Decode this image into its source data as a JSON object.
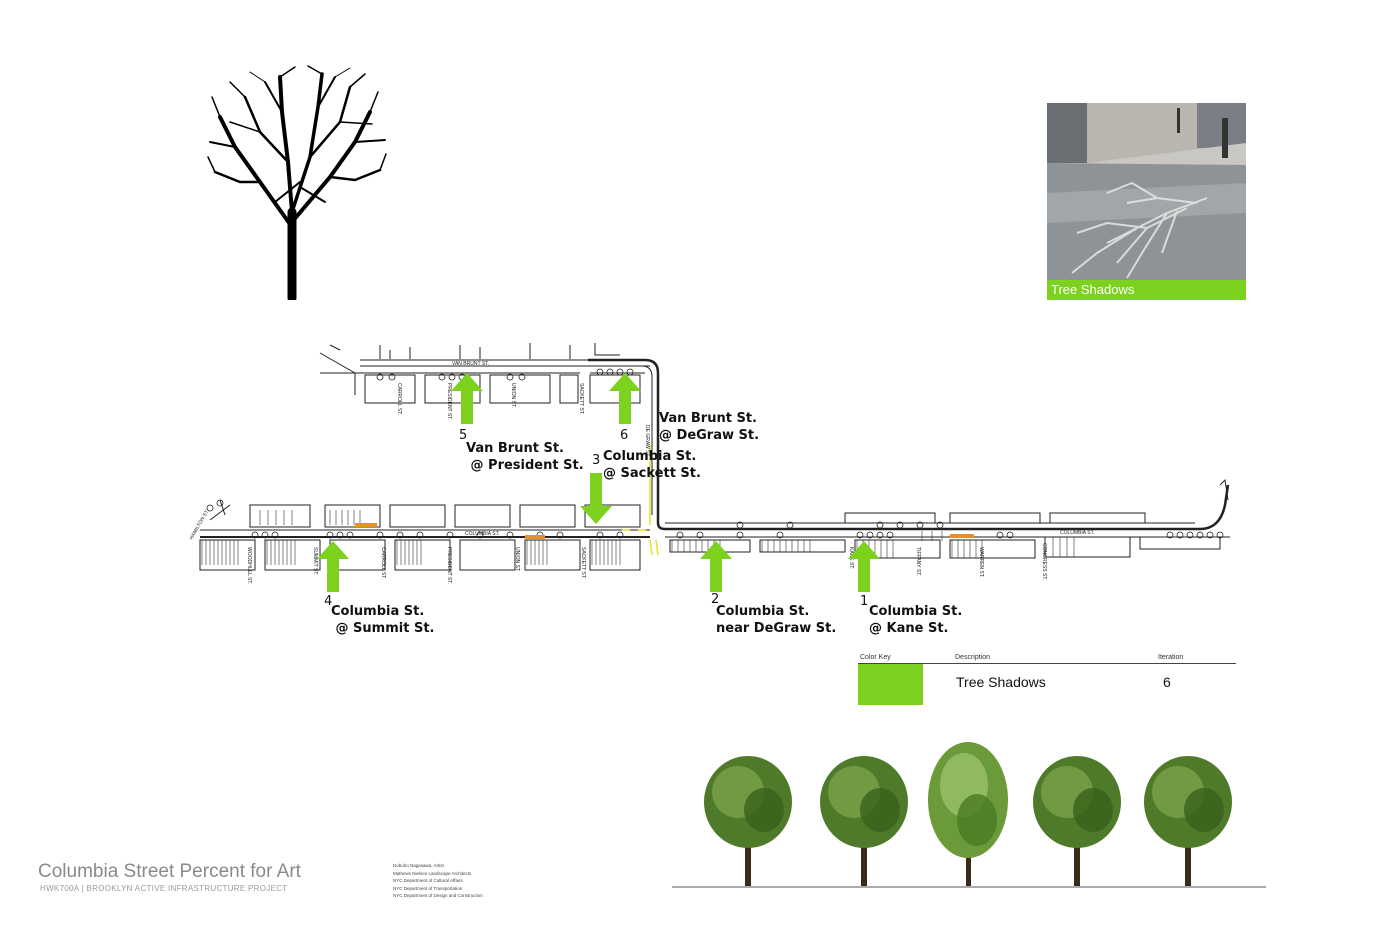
{
  "photo": {
    "caption": "Tree Shadows"
  },
  "locations": [
    {
      "number": "1",
      "label": "Columbia St.\n@ Kane St."
    },
    {
      "number": "2",
      "label": "Columbia St.\nnear DeGraw St."
    },
    {
      "number": "3",
      "label": "Columbia St.\n@ Sackett St."
    },
    {
      "number": "4",
      "label": "Columbia St.\n @ Summit St."
    },
    {
      "number": "5",
      "label": "Van Brunt St.\n @ President St."
    },
    {
      "number": "6",
      "label": "Van Brunt St.\n@ DeGraw St."
    }
  ],
  "map_street_labels": {
    "van_brunt": "VAN BRUNT ST.",
    "columbia_west": "COLUMBIA ST.",
    "columbia_east": "COLUMBIA ST.",
    "carroll": "CARROLL ST.",
    "president": "PRESIDENT ST.",
    "union": "UNION ST.",
    "sackett": "SACKETT ST.",
    "degraw": "DE GRAW ST.",
    "hamilton": "HAMILTON ST.",
    "woodhull": "WOODHULL ST.",
    "summit": "SUMMIT ST.",
    "carroll_lower": "CARROLL ST.",
    "president_lower": "PRESIDENT ST.",
    "union_lower": "UNION ST.",
    "sackett_lower": "SACKETT ST.",
    "kane": "KANE ST.",
    "tiffany": "TIFFANY ST.",
    "warren": "WARREN ST.",
    "congress": "CONGRESS ST."
  },
  "color_key": {
    "headers": [
      "Color Key",
      "Description",
      "Iteration"
    ],
    "rows": [
      {
        "color": "#7dd11f",
        "description": "Tree Shadows",
        "iteration": "6"
      }
    ]
  },
  "footer": {
    "title": "Columbia Street Percent for Art",
    "subtitle": "HWK700A | BROOKLYN ACTIVE INFRASTRUCTURE PROJECT",
    "credits": [
      "Nobuho Nagasawa, Artist",
      "Mathews Nielsen Landscape Architects",
      "NYC Department of Cultural Affairs",
      "NYC Department of Transportation",
      "NYC Department of Design and Construction"
    ]
  },
  "colors": {
    "accent": "#7dd11f",
    "title_gray": "#8a8a8a"
  }
}
